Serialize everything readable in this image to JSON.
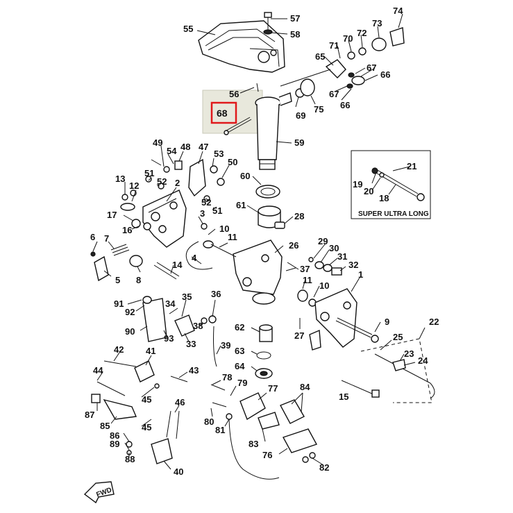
{
  "diagram": {
    "highlight_color": "#e0191b",
    "highlight_fill": "#e8e8dc",
    "highlighted_label": "68",
    "inset_label": "SUPER ULTRA LONG",
    "direction_label": "FWD",
    "labels": {
      "p1": "1",
      "p2": "2",
      "p3": "3",
      "p4": "4",
      "p5": "5",
      "p6": "6",
      "p7": "7",
      "p8": "8",
      "p9": "9",
      "p10a": "10",
      "p10b": "10",
      "p11a": "11",
      "p11b": "11",
      "p12": "12",
      "p13": "13",
      "p14": "14",
      "p15": "15",
      "p16": "16",
      "p17": "17",
      "p18": "18",
      "p19": "19",
      "p20": "20",
      "p21": "21",
      "p22": "22",
      "p23": "23",
      "p24": "24",
      "p25": "25",
      "p26": "26",
      "p27": "27",
      "p28": "28",
      "p29": "29",
      "p30": "30",
      "p31": "31",
      "p32": "32",
      "p33": "33",
      "p34": "34",
      "p35": "35",
      "p36": "36",
      "p37": "37",
      "p38": "38",
      "p39": "39",
      "p40": "40",
      "p41": "41",
      "p42": "42",
      "p43": "43",
      "p44": "44",
      "p45a": "45",
      "p45b": "45",
      "p46": "46",
      "p47": "47",
      "p48": "48",
      "p49": "49",
      "p50": "50",
      "p51a": "51",
      "p51b": "51",
      "p52a": "52",
      "p52b": "52",
      "p53": "53",
      "p54": "54",
      "p55": "55",
      "p56": "56",
      "p57": "57",
      "p58": "58",
      "p59": "59",
      "p60": "60",
      "p61": "61",
      "p62": "62",
      "p63": "63",
      "p64": "64",
      "p65": "65",
      "p66a": "66",
      "p66b": "66",
      "p67a": "67",
      "p67b": "67",
      "p69": "69",
      "p70": "70",
      "p71": "71",
      "p72": "72",
      "p73": "73",
      "p74": "74",
      "p75": "75",
      "p76": "76",
      "p77": "77",
      "p78": "78",
      "p79": "79",
      "p80": "80",
      "p81": "81",
      "p82": "82",
      "p83": "83",
      "p84": "84",
      "p85": "85",
      "p86": "86",
      "p87": "87",
      "p88": "88",
      "p89": "89",
      "p90": "90",
      "p91": "91",
      "p92": "92",
      "p93": "93"
    }
  }
}
